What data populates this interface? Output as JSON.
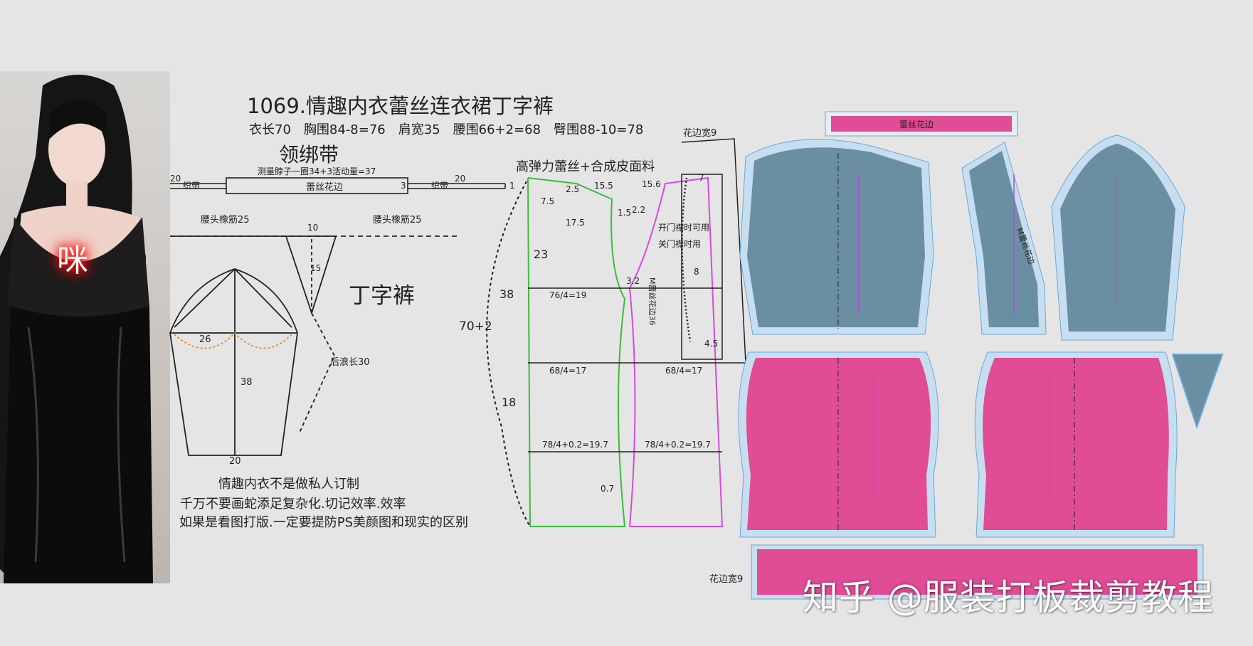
{
  "title": "1069.情趣内衣蕾丝连衣裙丁字裤",
  "measurements": "衣长70　胸围84-8=76　肩宽35　腰围66+2=68　臀围88-10=78",
  "photo_badge": "咪",
  "collar": {
    "title": "领绑带",
    "note": "测量脖子一圈34+3活动量=37",
    "left_label": "织带",
    "center_label": "蕾丝花边",
    "right_label": "织带",
    "left_dim": "20",
    "right_dim": "20",
    "dim3": "3",
    "dim1": "1"
  },
  "thong": {
    "title": "丁字裤",
    "elastic_left": "腰头橡筋25",
    "elastic_right": "腰头橡筋25",
    "d10": "10",
    "d15": "15",
    "back_crotch": "后浪长30"
  },
  "sleeve": {
    "d26": "26",
    "d38": "38",
    "d20": "20"
  },
  "notes": [
    "情趣内衣不是做私人订制",
    "千万不要画蛇添足复杂化.切记效率.效率",
    "如果是看图打版.一定要提防PS美颜图和现实的区别"
  ],
  "dress": {
    "fabric": "高弹力蕾丝+合成皮面料",
    "lace_width": "花边宽9",
    "total_len": "70+2",
    "d38": "38",
    "d18": "18",
    "d23": "23",
    "d7_5": "7.5",
    "d2_5": "2.5",
    "d15_5": "15.5",
    "d15_6": "15.6",
    "d17_5": "17.5",
    "d1_5": "1.5",
    "d2_2": "2.2",
    "d7": "7",
    "d3_2": "3.2",
    "d8": "8",
    "d4_5": "4.5",
    "d0_7": "0.7",
    "chest_front": "76/4=19",
    "waist_front": "68/4=17",
    "waist_back": "68/4=17",
    "hip_front": "78/4+0.2=19.7",
    "hip_back": "78/4+0.2=19.7",
    "open_front": "开门襟时可用",
    "closed_front": "关门襟时用",
    "lace_note": "M蕾丝花边36"
  },
  "pieces": {
    "lace_strip": "蕾丝花边",
    "lace_width_bottom": "花边宽9",
    "lace_on_piece": "M蕾丝花边"
  },
  "watermark": "知乎 @服装打板裁剪教程",
  "colors": {
    "leather": "#6a8fa3",
    "lace": "#e04c96",
    "seam": "#a9d1ea",
    "green": "#3dbb3d",
    "magenta": "#d84bd8"
  }
}
